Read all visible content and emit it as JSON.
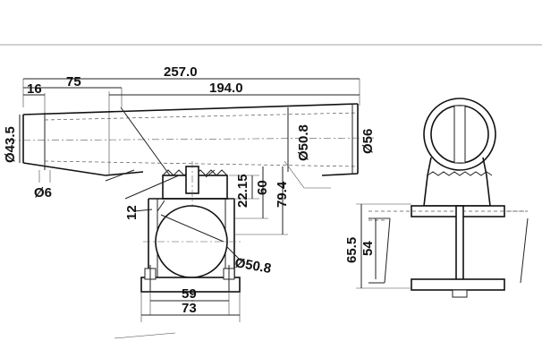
{
  "drawing": {
    "dimensions": {
      "overall_length": "257.0",
      "head_length": "75",
      "tube_length": "194.0",
      "tip_offset": "16",
      "small_diameter": "Ø43.5",
      "hole_diameter": "Ø6",
      "inner_diameter": "Ø50.8",
      "outer_diameter": "Ø56",
      "clamp_height": "22.15",
      "bracket_height": "60",
      "total_height": "79.4",
      "wall": "12",
      "clamp_diameter": "Ø50.8",
      "bolt_spacing": "59",
      "base_width": "73",
      "side_height_total": "65.5",
      "side_height": "54"
    }
  }
}
